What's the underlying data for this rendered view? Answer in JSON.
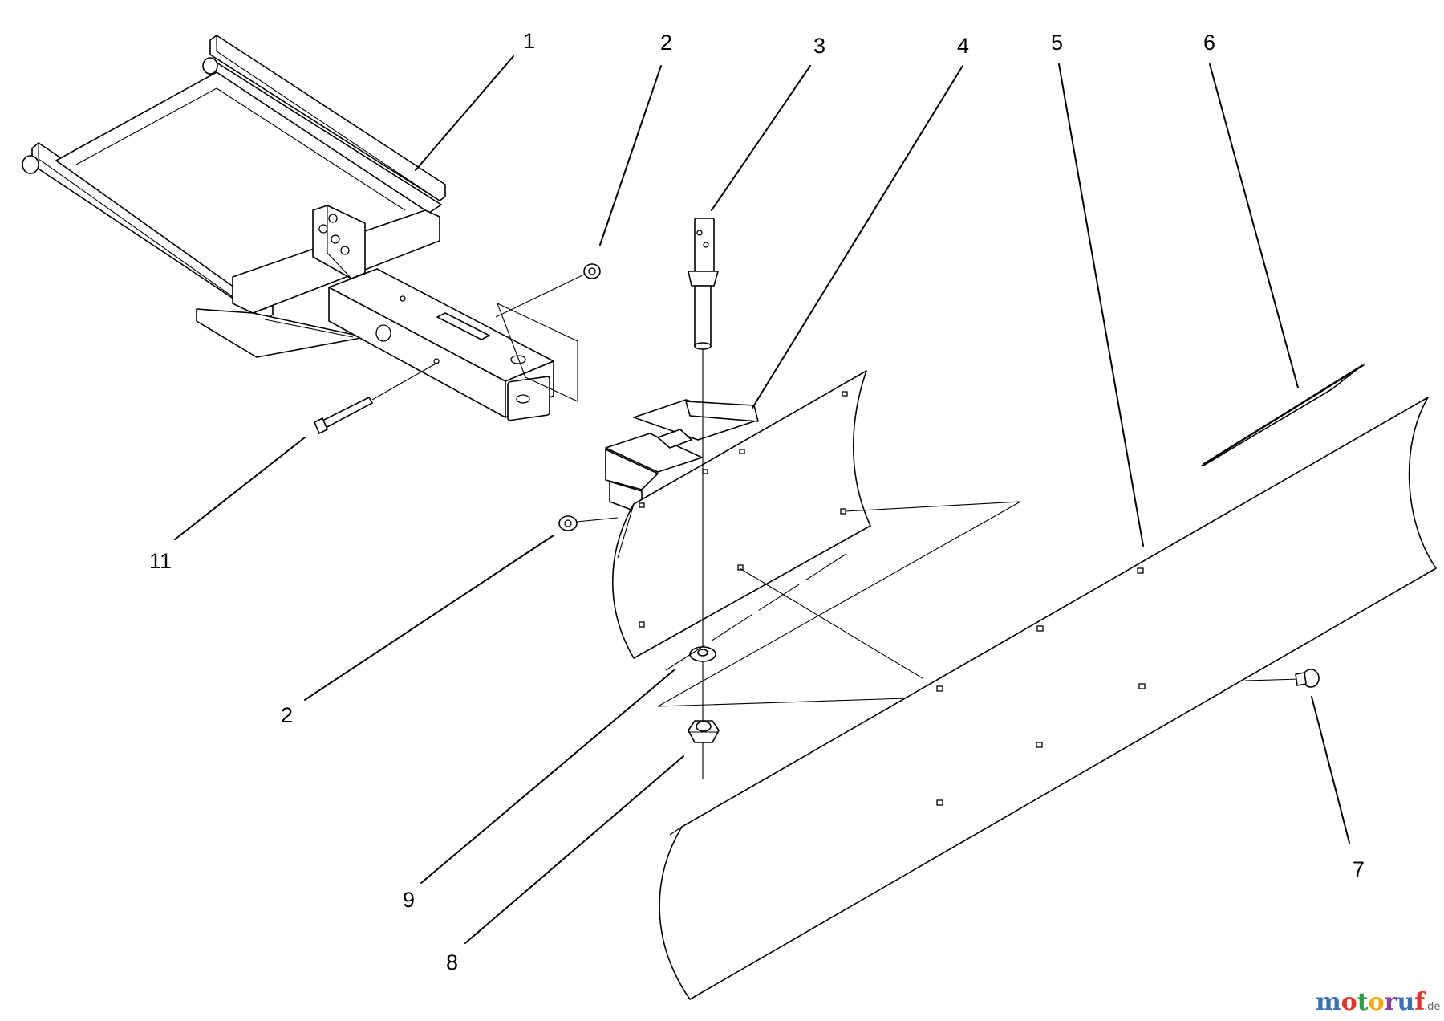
{
  "callouts": {
    "c1": "1",
    "c2a": "2",
    "c3": "3",
    "c4": "4",
    "c5": "5",
    "c6": "6",
    "c7": "7",
    "c8": "8",
    "c9": "9",
    "c2b": "2",
    "c11": "11"
  },
  "watermark": {
    "brand": "motoruf",
    "tld": ".de",
    "letter_colors": [
      "#3b6fb6",
      "#e4322b",
      "#2a9d48",
      "#f2a900",
      "#8a3ea0",
      "#3b6fb6",
      "#e4322b"
    ]
  }
}
